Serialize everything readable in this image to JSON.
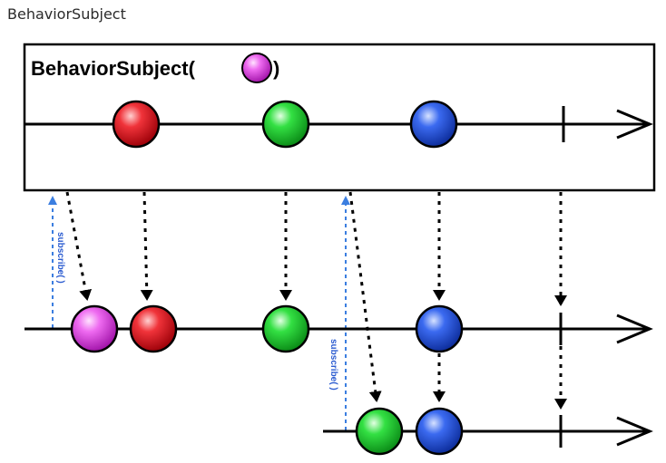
{
  "page": {
    "title": "BehaviorSubject"
  },
  "diagram": {
    "box_title_prefix": "BehaviorSubject(",
    "box_title_suffix": ")",
    "subscribe_label": "subscribe( )",
    "colors": {
      "magenta": "#e23de6",
      "red": "#e0161c",
      "green": "#19d12a",
      "blue": "#1f4fe0",
      "subscribe_arrow": "#3b7ee0",
      "line": "#000000"
    },
    "source_marbles": [
      "red",
      "green",
      "blue"
    ],
    "subscriber_1_marbles": [
      "magenta",
      "red",
      "green",
      "blue"
    ],
    "subscriber_2_marbles": [
      "green",
      "blue"
    ]
  }
}
